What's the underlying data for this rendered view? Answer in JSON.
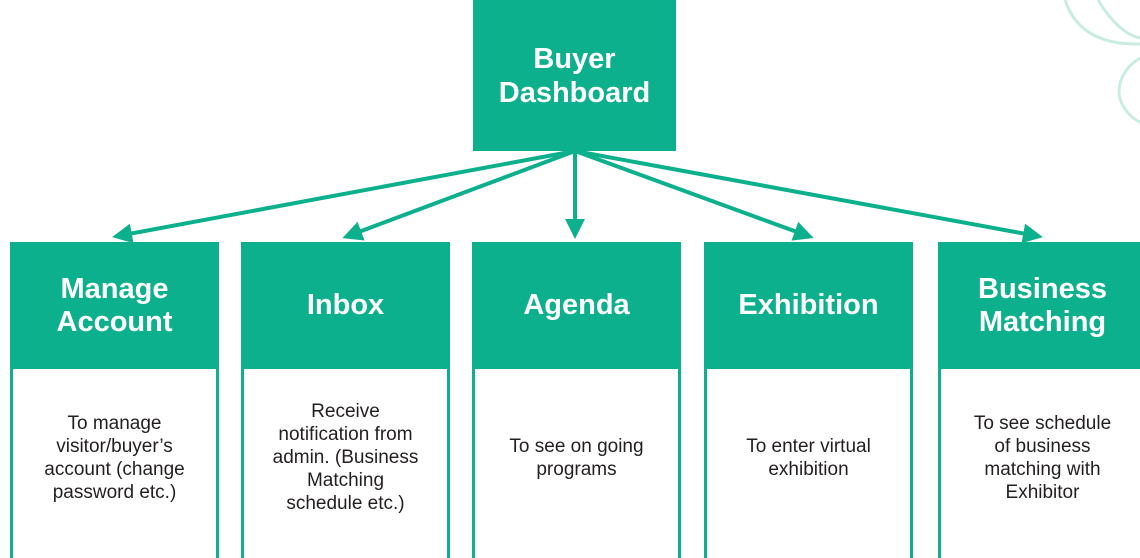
{
  "root": {
    "line1": "Buyer",
    "line2": "Dashboard"
  },
  "cards": [
    {
      "title_line1": "Manage",
      "title_line2": "Account",
      "description": "To manage\nvisitor/buyer’s\naccount (change\npassword etc.)"
    },
    {
      "title_line1": "Inbox",
      "title_line2": "",
      "description": "Receive\nnotification from\nadmin. (Business\nMatching\nschedule etc.)"
    },
    {
      "title_line1": "Agenda",
      "title_line2": "",
      "description": "To see on going\nprograms"
    },
    {
      "title_line1": "Exhibition",
      "title_line2": "",
      "description": "To enter virtual\nexhibition"
    },
    {
      "title_line1": "Business",
      "title_line2": "Matching",
      "description": "To see schedule\nof business\nmatching with\nExhibitor"
    }
  ],
  "colors": {
    "accent": "#0db08d",
    "text_dark": "#231f20",
    "decoration": "#c9ece1"
  }
}
